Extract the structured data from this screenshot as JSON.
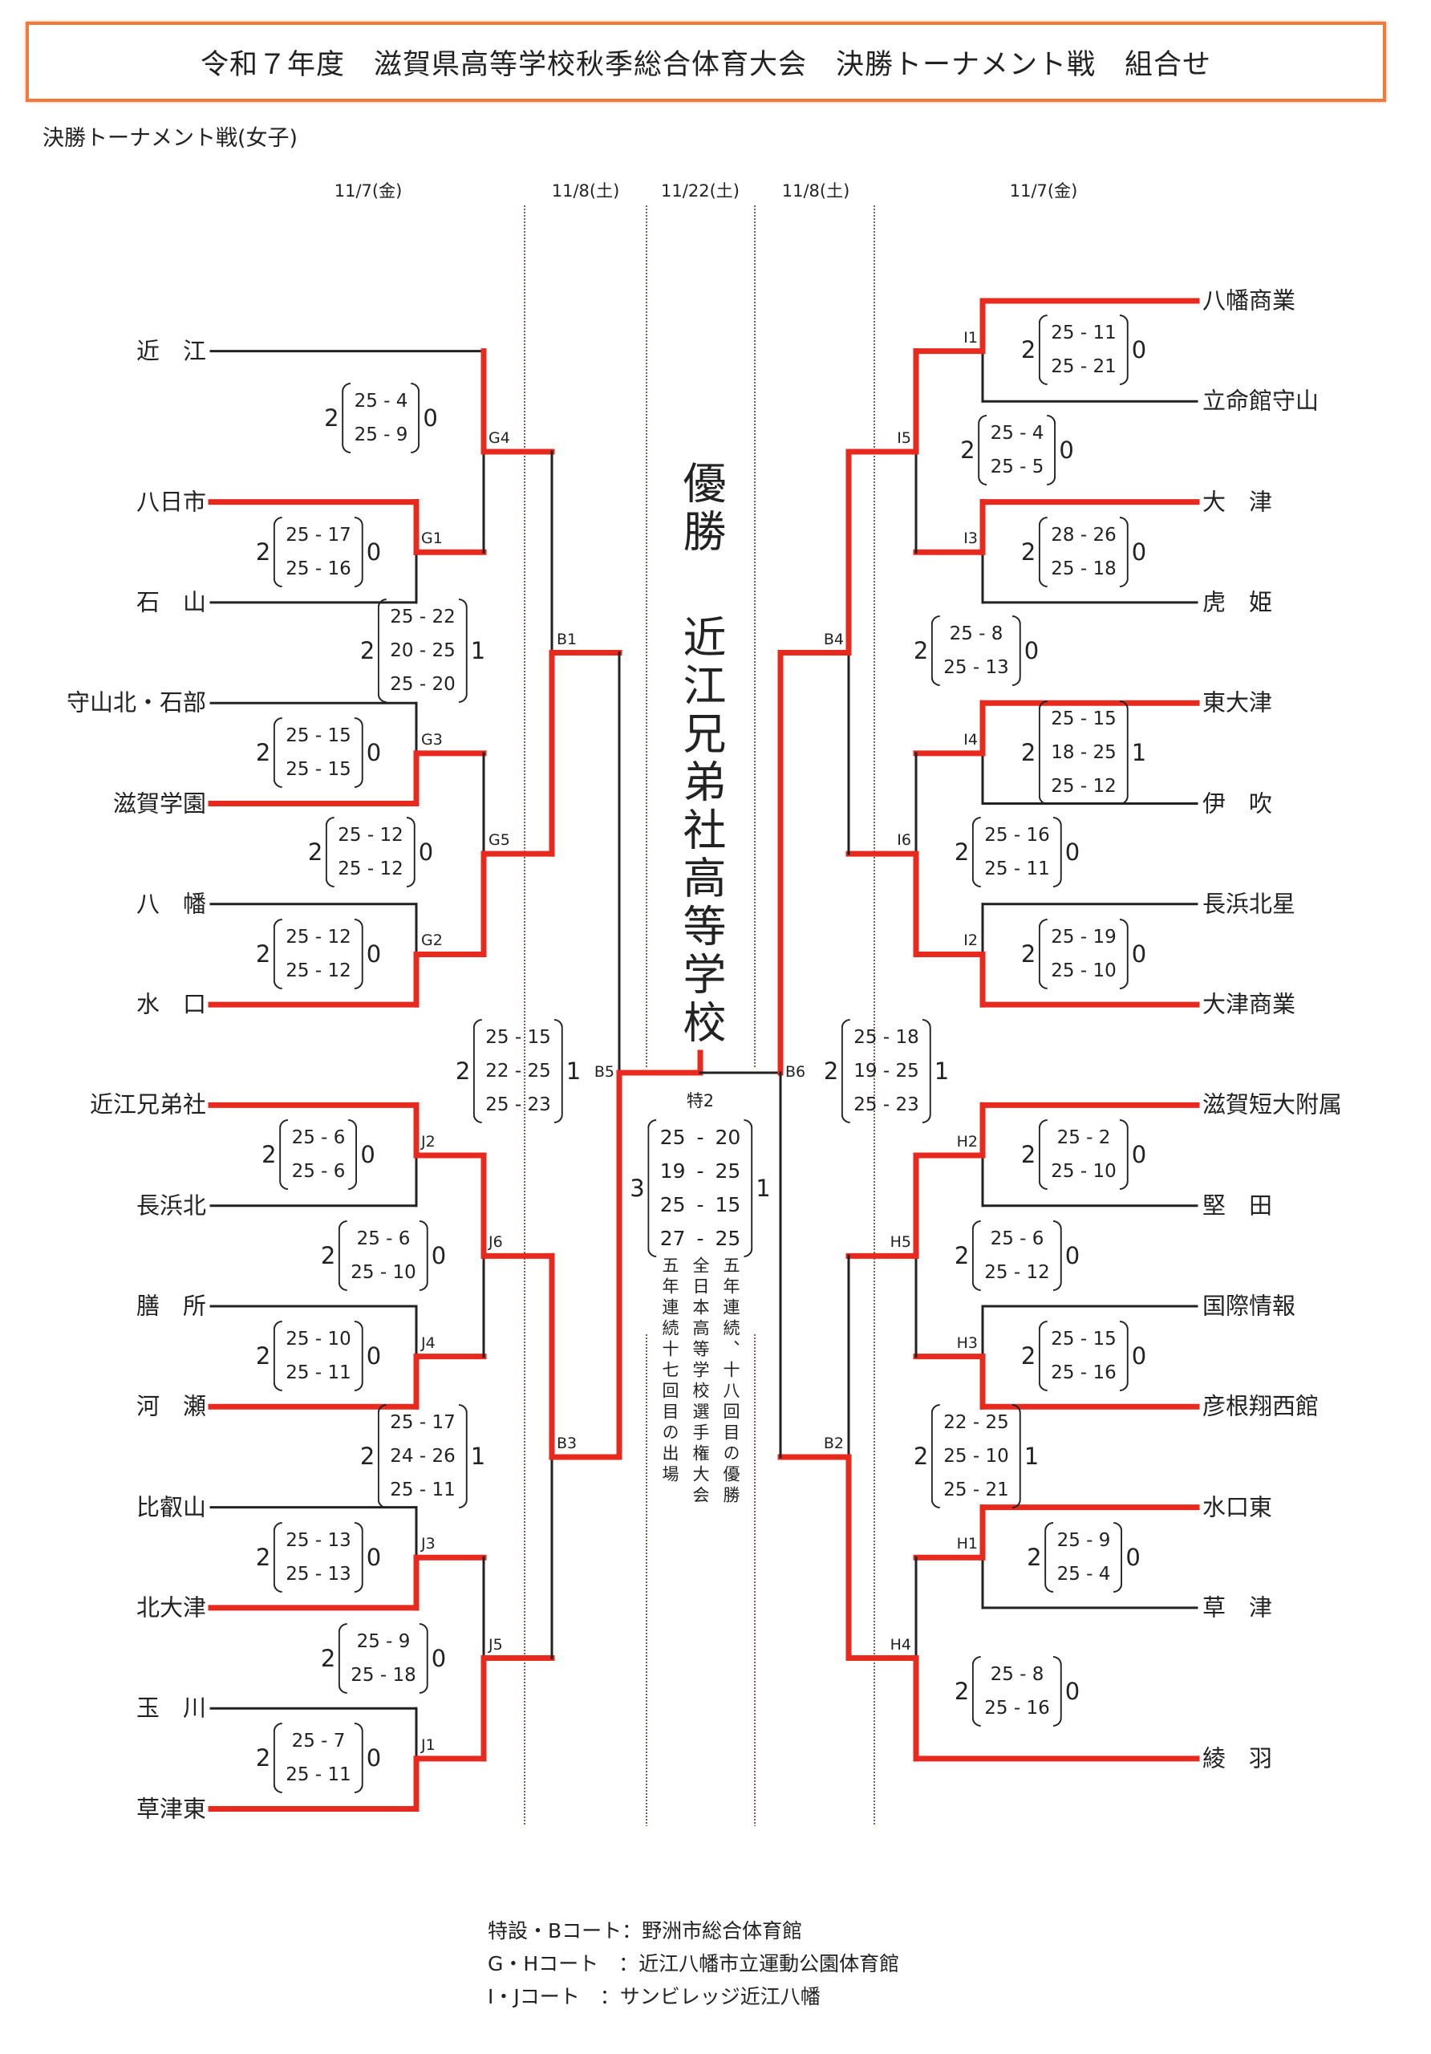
{
  "title": "令和７年度　滋賀県高等学校秋季総合体育大会　決勝トーナメント戦　組合せ",
  "subtitle": "決勝トーナメント戦(女子)",
  "dates": [
    "11/7(金)",
    "11/8(土)",
    "11/22(土)",
    "11/8(土)",
    "11/7(金)"
  ],
  "left_teams": [
    "近　江",
    "八日市",
    "石　山",
    "守山北・石部",
    "滋賀学園",
    "八　幡",
    "水　口",
    "近江兄弟社",
    "長浜北",
    "膳　所",
    "河　瀬",
    "比叡山",
    "北大津",
    "玉　川",
    "草津東"
  ],
  "right_teams": [
    "八幡商業",
    "立命館守山",
    "大　津",
    "虎　姫",
    "東大津",
    "伊　吹",
    "長浜北星",
    "大津商業",
    "滋賀短大附属",
    "堅　田",
    "国際情報",
    "彦根翔西館",
    "水口東",
    "草　津",
    "綾　羽"
  ],
  "champion": {
    "label": "優勝",
    "school": "近江兄弟社高等学校"
  },
  "final": {
    "code": "特2",
    "left_sets": "3",
    "right_sets": "1",
    "games": [
      "25 - 20",
      "19 - 25",
      "25 - 15",
      "27 - 25"
    ]
  },
  "notes": [
    "五年連続、十八回目の優勝",
    "全日本高等学校選手権大会",
    "五年連続十七回目の出場"
  ],
  "matches": {
    "G1": {
      "code": "G1",
      "left_sets": "2",
      "right_sets": "0",
      "games": [
        "25 - 17",
        "25 - 16"
      ],
      "winner": "top"
    },
    "G2": {
      "code": "G2",
      "left_sets": "2",
      "right_sets": "0",
      "games": [
        "25 - 12",
        "25 - 12"
      ],
      "winner": "bottom"
    },
    "G3": {
      "code": "G3",
      "left_sets": "2",
      "right_sets": "0",
      "games": [
        "25 - 15",
        "25 - 15"
      ],
      "winner": "bottom"
    },
    "G4": {
      "code": "G4",
      "left_sets": "2",
      "right_sets": "0",
      "games": [
        "25 -  4",
        "25 -  9"
      ],
      "winner": "top"
    },
    "G5": {
      "code": "G5",
      "left_sets": "2",
      "right_sets": "0",
      "games": [
        "25 - 12",
        "25 - 12"
      ],
      "winner": "bottom"
    },
    "J1": {
      "code": "J1",
      "left_sets": "2",
      "right_sets": "0",
      "games": [
        "25 -  7",
        "25 - 11"
      ],
      "winner": "bottom"
    },
    "J2": {
      "code": "J2",
      "left_sets": "2",
      "right_sets": "0",
      "games": [
        "25 -  6",
        "25 -  6"
      ],
      "winner": "top"
    },
    "J3": {
      "code": "J3",
      "left_sets": "2",
      "right_sets": "0",
      "games": [
        "25 - 13",
        "25 - 13"
      ],
      "winner": "bottom"
    },
    "J4": {
      "code": "J4",
      "left_sets": "2",
      "right_sets": "0",
      "games": [
        "25 - 10",
        "25 - 11"
      ],
      "winner": "bottom"
    },
    "J5": {
      "code": "J5",
      "left_sets": "2",
      "right_sets": "0",
      "games": [
        "25 -  9",
        "25 - 18"
      ],
      "winner": "bottom"
    },
    "J6": {
      "code": "J6",
      "left_sets": "2",
      "right_sets": "0",
      "games": [
        "25 -  6",
        "25 - 10"
      ],
      "winner": "top"
    },
    "B1": {
      "code": "B1",
      "left_sets": "2",
      "right_sets": "1",
      "games": [
        "25 - 22",
        "20 - 25",
        "25 - 20"
      ],
      "winner": "bottom"
    },
    "B3": {
      "code": "B3",
      "left_sets": "2",
      "right_sets": "1",
      "games": [
        "25 - 17",
        "24 - 26",
        "25 - 11"
      ],
      "winner": "top"
    },
    "B5": {
      "code": "B5",
      "left_sets": "2",
      "right_sets": "1",
      "games": [
        "25 - 15",
        "22 - 25",
        "25 - 23"
      ],
      "winner": "bottom"
    },
    "I1": {
      "code": "I1",
      "left_sets": "2",
      "right_sets": "0",
      "games": [
        "25 - 11",
        "25 - 21"
      ],
      "winner": "top"
    },
    "I2": {
      "code": "I2",
      "left_sets": "2",
      "right_sets": "0",
      "games": [
        "25 - 19",
        "25 - 10"
      ],
      "winner": "bottom"
    },
    "I3": {
      "code": "I3",
      "left_sets": "2",
      "right_sets": "0",
      "games": [
        "28 - 26",
        "25 - 18"
      ],
      "winner": "top"
    },
    "I4": {
      "code": "I4",
      "left_sets": "2",
      "right_sets": "1",
      "games": [
        "25 - 15",
        "18 - 25",
        "25 - 12"
      ],
      "winner": "top"
    },
    "I5": {
      "code": "I5",
      "left_sets": "2",
      "right_sets": "0",
      "games": [
        "25 -  4",
        "25 -  5"
      ],
      "winner": "top"
    },
    "I6": {
      "code": "I6",
      "left_sets": "2",
      "right_sets": "0",
      "games": [
        "25 - 16",
        "25 - 11"
      ],
      "winner": "bottom"
    },
    "H1": {
      "code": "H1",
      "left_sets": "2",
      "right_sets": "0",
      "games": [
        "25 -  9",
        "25 -  4"
      ],
      "winner": "top"
    },
    "H2": {
      "code": "H2",
      "left_sets": "2",
      "right_sets": "0",
      "games": [
        "25 -  2",
        "25 - 10"
      ],
      "winner": "top"
    },
    "H3": {
      "code": "H3",
      "left_sets": "2",
      "right_sets": "0",
      "games": [
        "25 - 15",
        "25 - 16"
      ],
      "winner": "bottom"
    },
    "H4": {
      "code": "H4",
      "left_sets": "2",
      "right_sets": "0",
      "games": [
        "25 -  8",
        "25 - 16"
      ],
      "winner": "bottom"
    },
    "H5": {
      "code": "H5",
      "left_sets": "2",
      "right_sets": "0",
      "games": [
        "25 -  6",
        "25 - 12"
      ],
      "winner": "top"
    },
    "B2": {
      "code": "B2",
      "left_sets": "2",
      "right_sets": "1",
      "games": [
        "22 - 25",
        "25 - 10",
        "25 - 21"
      ],
      "winner": "bottom"
    },
    "B4": {
      "code": "B4",
      "left_sets": "2",
      "right_sets": "0",
      "games": [
        "25 -  8",
        "25 - 13"
      ],
      "winner": "top"
    },
    "B6": {
      "code": "B6",
      "left_sets": "2",
      "right_sets": "1",
      "games": [
        "25 - 18",
        "19 - 25",
        "25 - 23"
      ],
      "winner": "top"
    }
  },
  "venues": [
    "特設・Bコート：野洲市総合体育館",
    "G・Hコート　：近江八幡市立運動公園体育館",
    "I・Jコート　：サンビレッジ近江八幡"
  ],
  "colors": {
    "winner_line": "#e8291e",
    "line": "#222222",
    "title_border": "#ef7a3a",
    "divider": "#8b5a4a"
  }
}
